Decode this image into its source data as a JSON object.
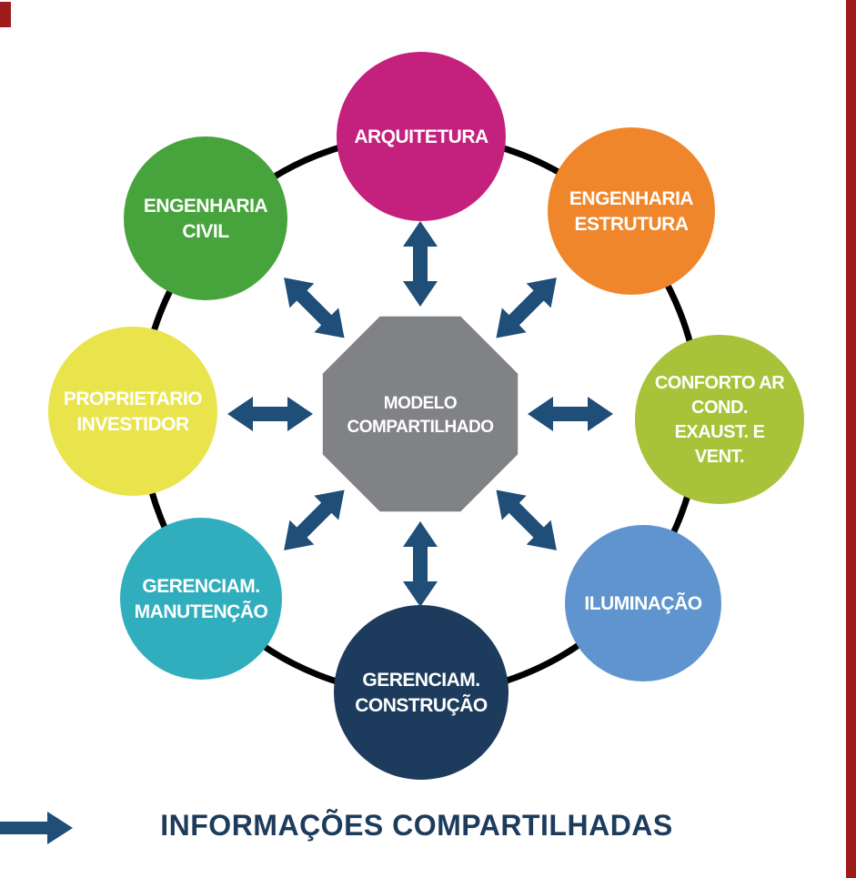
{
  "page": {
    "background": "#ffffff",
    "edge_marks_color": "#9e1b1b"
  },
  "diagram": {
    "ring_color": "#000000",
    "arrow_color": "#1f4e78",
    "node_text_color": "#ffffff",
    "center": {
      "lines": [
        "MODELO",
        "COMPARTILHADO"
      ],
      "fill": "#808285",
      "text_color": "#ffffff"
    },
    "nodes": [
      {
        "id": "arquitetura",
        "lines": [
          "ARQUITETURA"
        ],
        "fill": "#c4207e"
      },
      {
        "id": "engenharia-estrutura",
        "lines": [
          "ENGENHARIA",
          "ESTRUTURA"
        ],
        "fill": "#f0862c"
      },
      {
        "id": "conforto-ar-cond-exaust-vent",
        "lines": [
          "CONFORTO AR",
          "COND.",
          "EXAUST. E",
          "VENT."
        ],
        "fill": "#a8c33a"
      },
      {
        "id": "iluminacao",
        "lines": [
          "ILUMINAÇÃO"
        ],
        "fill": "#5f94ce"
      },
      {
        "id": "gerenciam-construcao",
        "lines": [
          "GERENCIAM.",
          "CONSTRUÇÃO"
        ],
        "fill": "#1d3b5c"
      },
      {
        "id": "gerenciam-manutencao",
        "lines": [
          "GERENCIAM.",
          "MANUTENÇÃO"
        ],
        "fill": "#31aebd"
      },
      {
        "id": "proprietario-investidor",
        "lines": [
          "PROPRIETARIO",
          "INVESTIDOR"
        ],
        "fill": "#e9e44b"
      },
      {
        "id": "engenharia-civil",
        "lines": [
          "ENGENHARIA",
          "CIVIL"
        ],
        "fill": "#47a33c"
      }
    ]
  },
  "legend": {
    "label": "INFORMAÇÕES COMPARTILHADAS",
    "text_color": "#1d3b5c",
    "arrow_color": "#1f4e78"
  }
}
